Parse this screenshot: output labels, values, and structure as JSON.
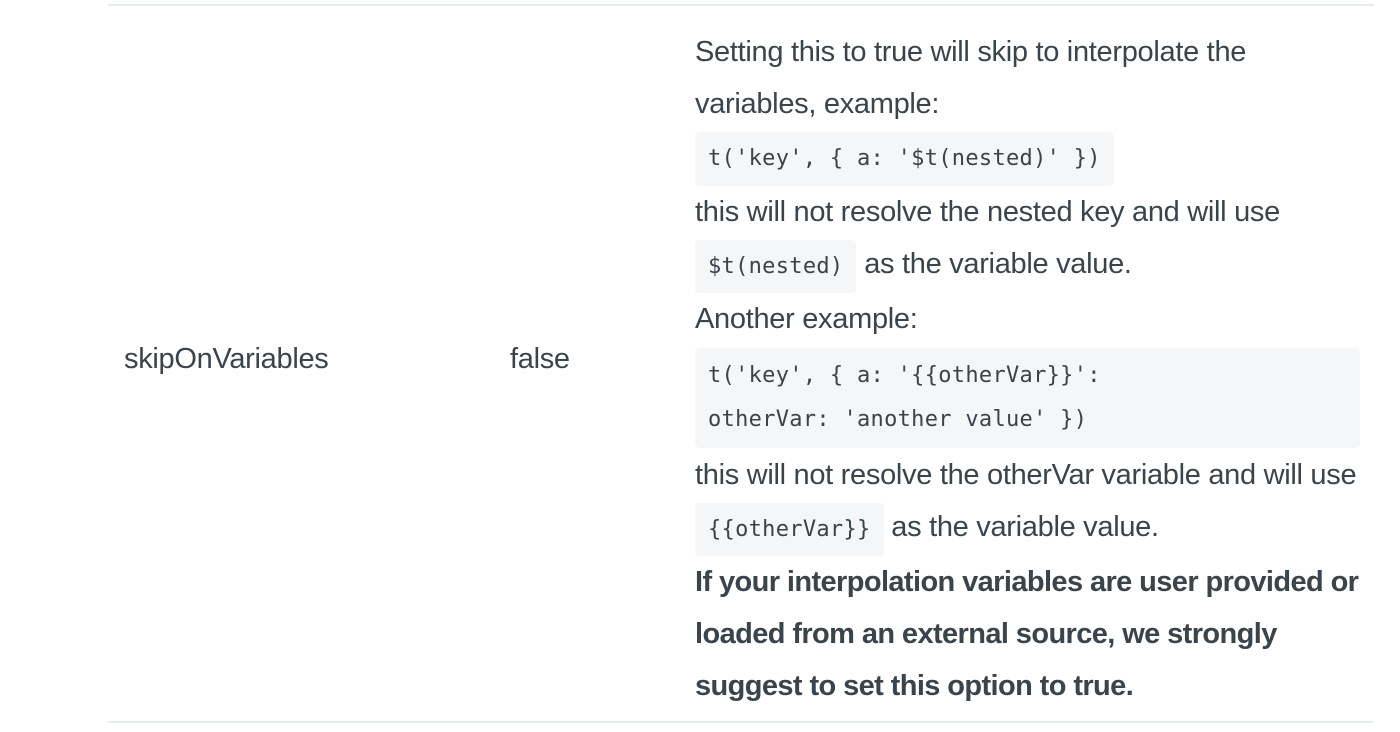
{
  "option_row": {
    "name": "skipOnVariables",
    "default": "false",
    "description": {
      "intro": "Setting this to true will skip to interpolate the variables, example:",
      "example1_code": "t('key', { a: '$t(nested)' })",
      "explain1_prefix": "this will not resolve the nested key and will use",
      "explain1_code": "$t(nested)",
      "explain1_suffix": " as the variable value.",
      "another_example": "Another example:",
      "example2_code_line1": "t('key', { a: '{{otherVar}}':",
      "example2_code_line2": "otherVar: 'another value' })",
      "explain2_prefix": "this will not resolve the otherVar variable and will use ",
      "explain2_code": "{{otherVar}}",
      "explain2_suffix": " as the variable value.",
      "warning": "If your interpolation variables are user provided or loaded from an external source, we strongly suggest to set this option to true."
    }
  },
  "colors": {
    "text": "#3b434b",
    "code_bg": "#f5f6f8",
    "border": "#e6ebf0"
  }
}
